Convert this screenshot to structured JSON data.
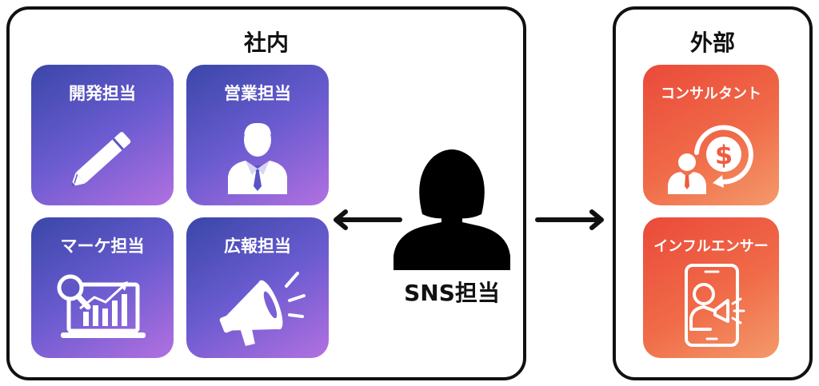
{
  "internal": {
    "title": "社内",
    "cards": [
      {
        "label": "開発担当",
        "icon": "pencil-icon"
      },
      {
        "label": "営業担当",
        "icon": "businessman-icon"
      },
      {
        "label": "マーケ担当",
        "icon": "analytics-icon"
      },
      {
        "label": "広報担当",
        "icon": "megaphone-icon"
      }
    ],
    "gradient": [
      "#3a47a8",
      "#6a5bd0",
      "#b270e0"
    ]
  },
  "center": {
    "label": "SNS担当",
    "icon": "woman-silhouette-icon"
  },
  "external": {
    "title": "外部",
    "cards": [
      {
        "label": "コンサルタント",
        "icon": "consultant-dollar-icon"
      },
      {
        "label": "インフルエンサー",
        "icon": "influencer-phone-icon"
      }
    ],
    "gradient": [
      "#ea4a3a",
      "#f06a48",
      "#f49a6a"
    ]
  },
  "arrows": [
    "arrow-left-icon",
    "arrow-right-icon"
  ]
}
